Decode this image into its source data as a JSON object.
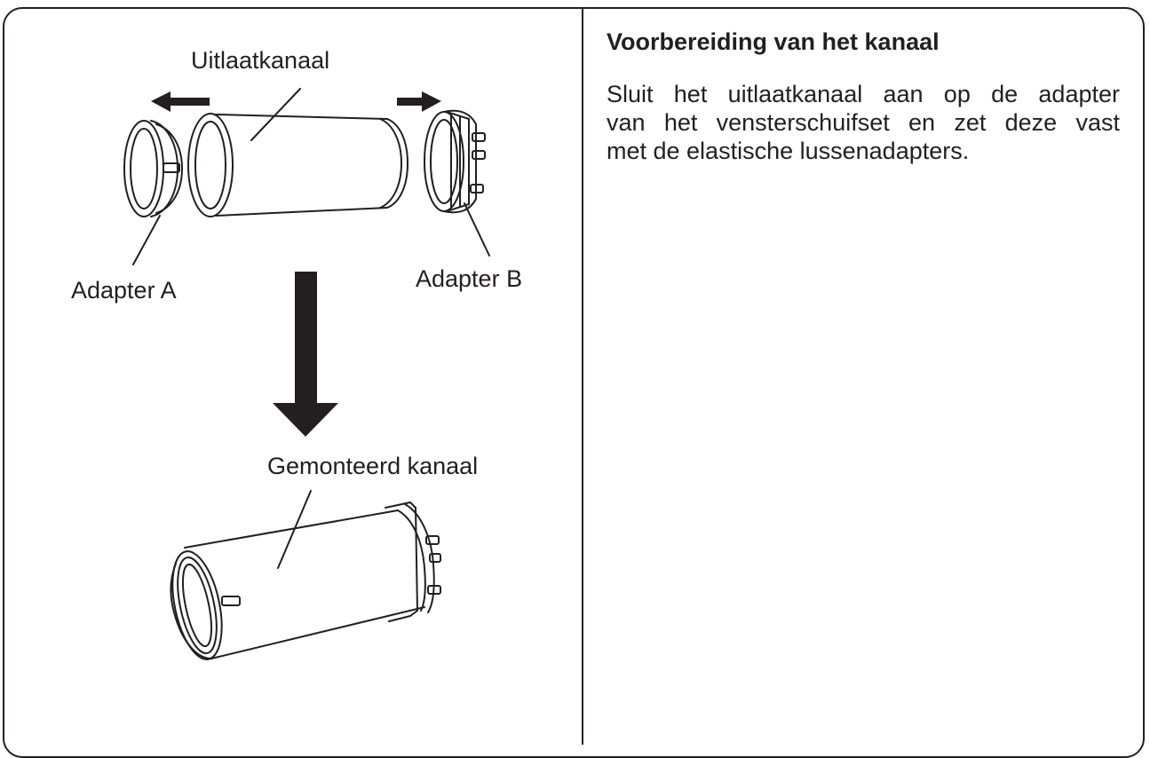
{
  "labels": {
    "exhaust_duct": "Uitlaatkanaal",
    "adapter_a": "Adapter A",
    "adapter_b": "Adapter B",
    "assembled_duct": "Gemonteerd kanaal"
  },
  "instructions": {
    "title": "Voorbereiding van het kanaal",
    "lines": [
      "Sluit het uitlaatkanaal aan op de adapter",
      "van het vensterschuifset en zet deze vast",
      "met de elastische lussenadapters."
    ]
  },
  "colors": {
    "ink": "#231f20",
    "background": "#ffffff"
  }
}
